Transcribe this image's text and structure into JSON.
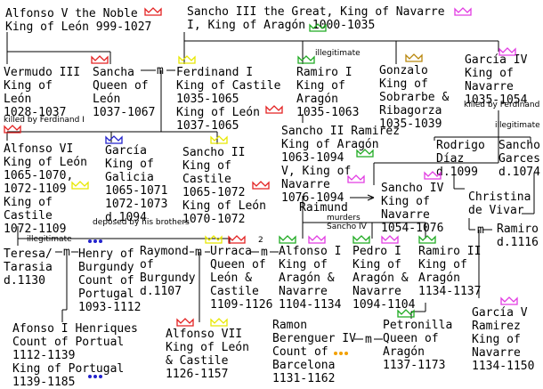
{
  "people": {
    "alfonso5": "Alfonso V the Noble\nKing of León 999-1027",
    "sancho3": "Sancho III the Great, King of Navarre\nI, King of Aragón 1000-1035",
    "vermudo3": "Vermudo III\nKing of\nLeón\n1028-1037",
    "sancha": "Sancha\nQueen of\nLeón\n1037-1067",
    "ferdinand1": "Ferdinand I\nKing of Castile\n1035-1065\nKing of León\n1037-1065",
    "ramiro1": "Ramiro I\nKing of\nAragón\n1035-1063",
    "gonzalo": "Gonzalo\nKing of\nSobrarbe &\nRibagorza\n1035-1039",
    "garcia4": "García IV\nKing of\nNavarre\n1035-1054",
    "alfonso6": "Alfonso VI\nKing of León\n1065-1070,\n1072-1109\nKing of\nCastile\n1072-1109",
    "garcia_galicia": "García\nKing of\nGalicia\n1065-1071\n1072-1073\nd.1094",
    "sancho2": "Sancho II\nKing of\nCastile\n1065-1072\nKing of León\n1070-1072",
    "sancho_ramirez": "Sancho II Ramirez\nKing of Aragón\n1063-1094\nV, King of\nNavarre\n1076-1094",
    "rodrigo": "Rodrigo\nDíaz\nd.1099",
    "sancho_garces": "Sancho\nGarces\nd.1074",
    "christina": "Christina\nde Vivar",
    "raimund": "Raimund",
    "sancho4": "Sancho IV\nKing of\nNavarre\n1054-1076",
    "teresa": "Teresa/\nTarasia\nd.1130",
    "henry": "Henry of\nBurgundy\nCount of\nPortugal\n1093-1112",
    "raymond": "Raymond\nof\nBurgundy\nd.1107",
    "urraca": "Urraca\nQueen of\nLeón &\nCastile\n1109-1126",
    "alfonso1": "Alfonso I\nKing of\nAragón &\nNavarre\n1104-1134",
    "pedro1": "Pedro I\nKing of\nAragón &\nNavarre\n1094-1104",
    "ramiro2": "Ramiro II\nKing of\nAragón\n1134-1137",
    "ramiro_1116": "Ramiro\nd.1116",
    "afonso1": "Afonso I Henriques\nCount of Portual\n1112-1139\nKing of Portugal\n1139-1185",
    "alfonso7": "Alfonso VII\nKing of León\n& Castile\n1126-1157",
    "ramon": "Ramon\nBerenguer IV\nCount of\nBarcelona\n1131-1162",
    "petronilla": "Petronilla\nQueen of\nAragón\n1137-1173",
    "garcia5": "García V\nRamirez\nKing of\nNavarre\n1134-1150"
  },
  "notes": {
    "illegitimate_ramiro": "illegitimate",
    "illegitimate_sancho_garces": "illegitimate",
    "illegitimate_teresa": "illegitimate",
    "killed_vermudo": "killed by Ferdinand I",
    "killed_garcia4": "killed by Ferdinand I",
    "deposed": "deposed by his brothers",
    "murders": "murders\nSancho IV",
    "marriage_symbol": "m",
    "urraca_second_marriage": "2"
  },
  "crown_colors": {
    "red": "#e32222",
    "magenta": "#e23ce2",
    "green": "#1faa22",
    "olive": "#b8860b",
    "blue": "#2222cc",
    "yellow": "#e8e800",
    "orange": "#f2a000"
  },
  "icons": {
    "crown": "crown-icon",
    "dots": "dots-icon"
  }
}
